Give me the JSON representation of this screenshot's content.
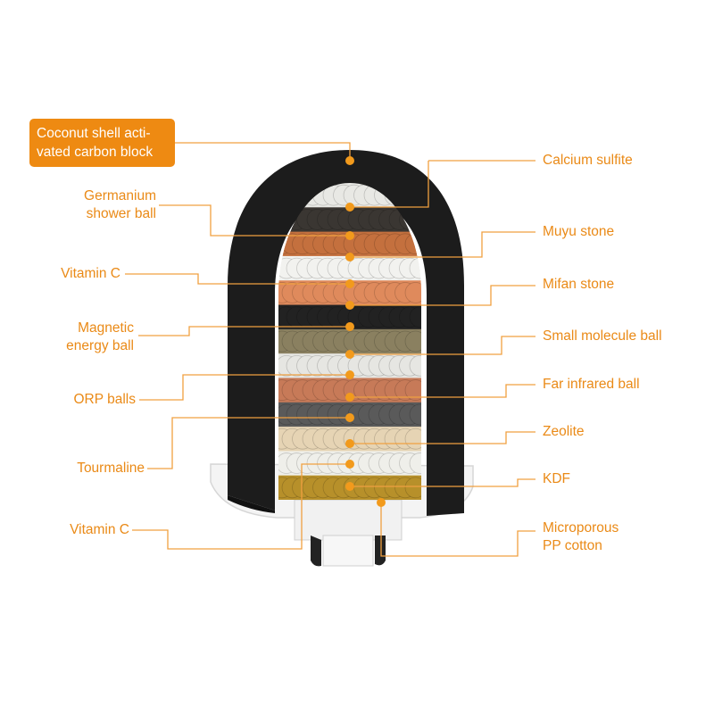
{
  "colors": {
    "accent": "#ee8a12",
    "callout_line": "#f0a040",
    "dot": "#f29a1c",
    "shell": "#1c1c1c"
  },
  "diagram": {
    "headline_label": "Coconut shell acti-\nvated carbon block",
    "left_labels": [
      {
        "id": "germanium",
        "text": "Germanium\nshower ball"
      },
      {
        "id": "vitamin-c-1",
        "text": "Vitamin C"
      },
      {
        "id": "magnetic",
        "text": "Magnetic\nenergy ball"
      },
      {
        "id": "orp",
        "text": "ORP balls"
      },
      {
        "id": "tourmaline",
        "text": "Tourmaline"
      },
      {
        "id": "vitamin-c-2",
        "text": "Vitamin C"
      }
    ],
    "right_labels": [
      {
        "id": "calcium",
        "text": "Calcium sulfite"
      },
      {
        "id": "muyu",
        "text": "Muyu stone"
      },
      {
        "id": "mifan",
        "text": "Mifan stone"
      },
      {
        "id": "small-molecule",
        "text": "Small molecule ball"
      },
      {
        "id": "far-infrared",
        "text": "Far infrared ball"
      },
      {
        "id": "zeolite",
        "text": "Zeolite"
      },
      {
        "id": "kdf",
        "text": "KDF"
      },
      {
        "id": "pp-cotton",
        "text": "Microporous\nPP cotton"
      }
    ],
    "layers": [
      {
        "name": "calcium-sulfite",
        "color": "#e8e8e4"
      },
      {
        "name": "germanium",
        "color": "#3a3632"
      },
      {
        "name": "muyu",
        "color": "#c4703e"
      },
      {
        "name": "vitamin-c-1",
        "color": "#f2f2ef"
      },
      {
        "name": "mifan",
        "color": "#df8a5c"
      },
      {
        "name": "magnetic",
        "color": "#222222"
      },
      {
        "name": "small-molecule",
        "color": "#8a8060"
      },
      {
        "name": "orp",
        "color": "#e6e6e2"
      },
      {
        "name": "far-infrared",
        "color": "#c77a58"
      },
      {
        "name": "tourmaline",
        "color": "#5a5a5a"
      },
      {
        "name": "zeolite",
        "color": "#e6d4b4"
      },
      {
        "name": "vitamin-c-2",
        "color": "#efefea"
      },
      {
        "name": "kdf",
        "color": "#b7902a"
      }
    ]
  }
}
